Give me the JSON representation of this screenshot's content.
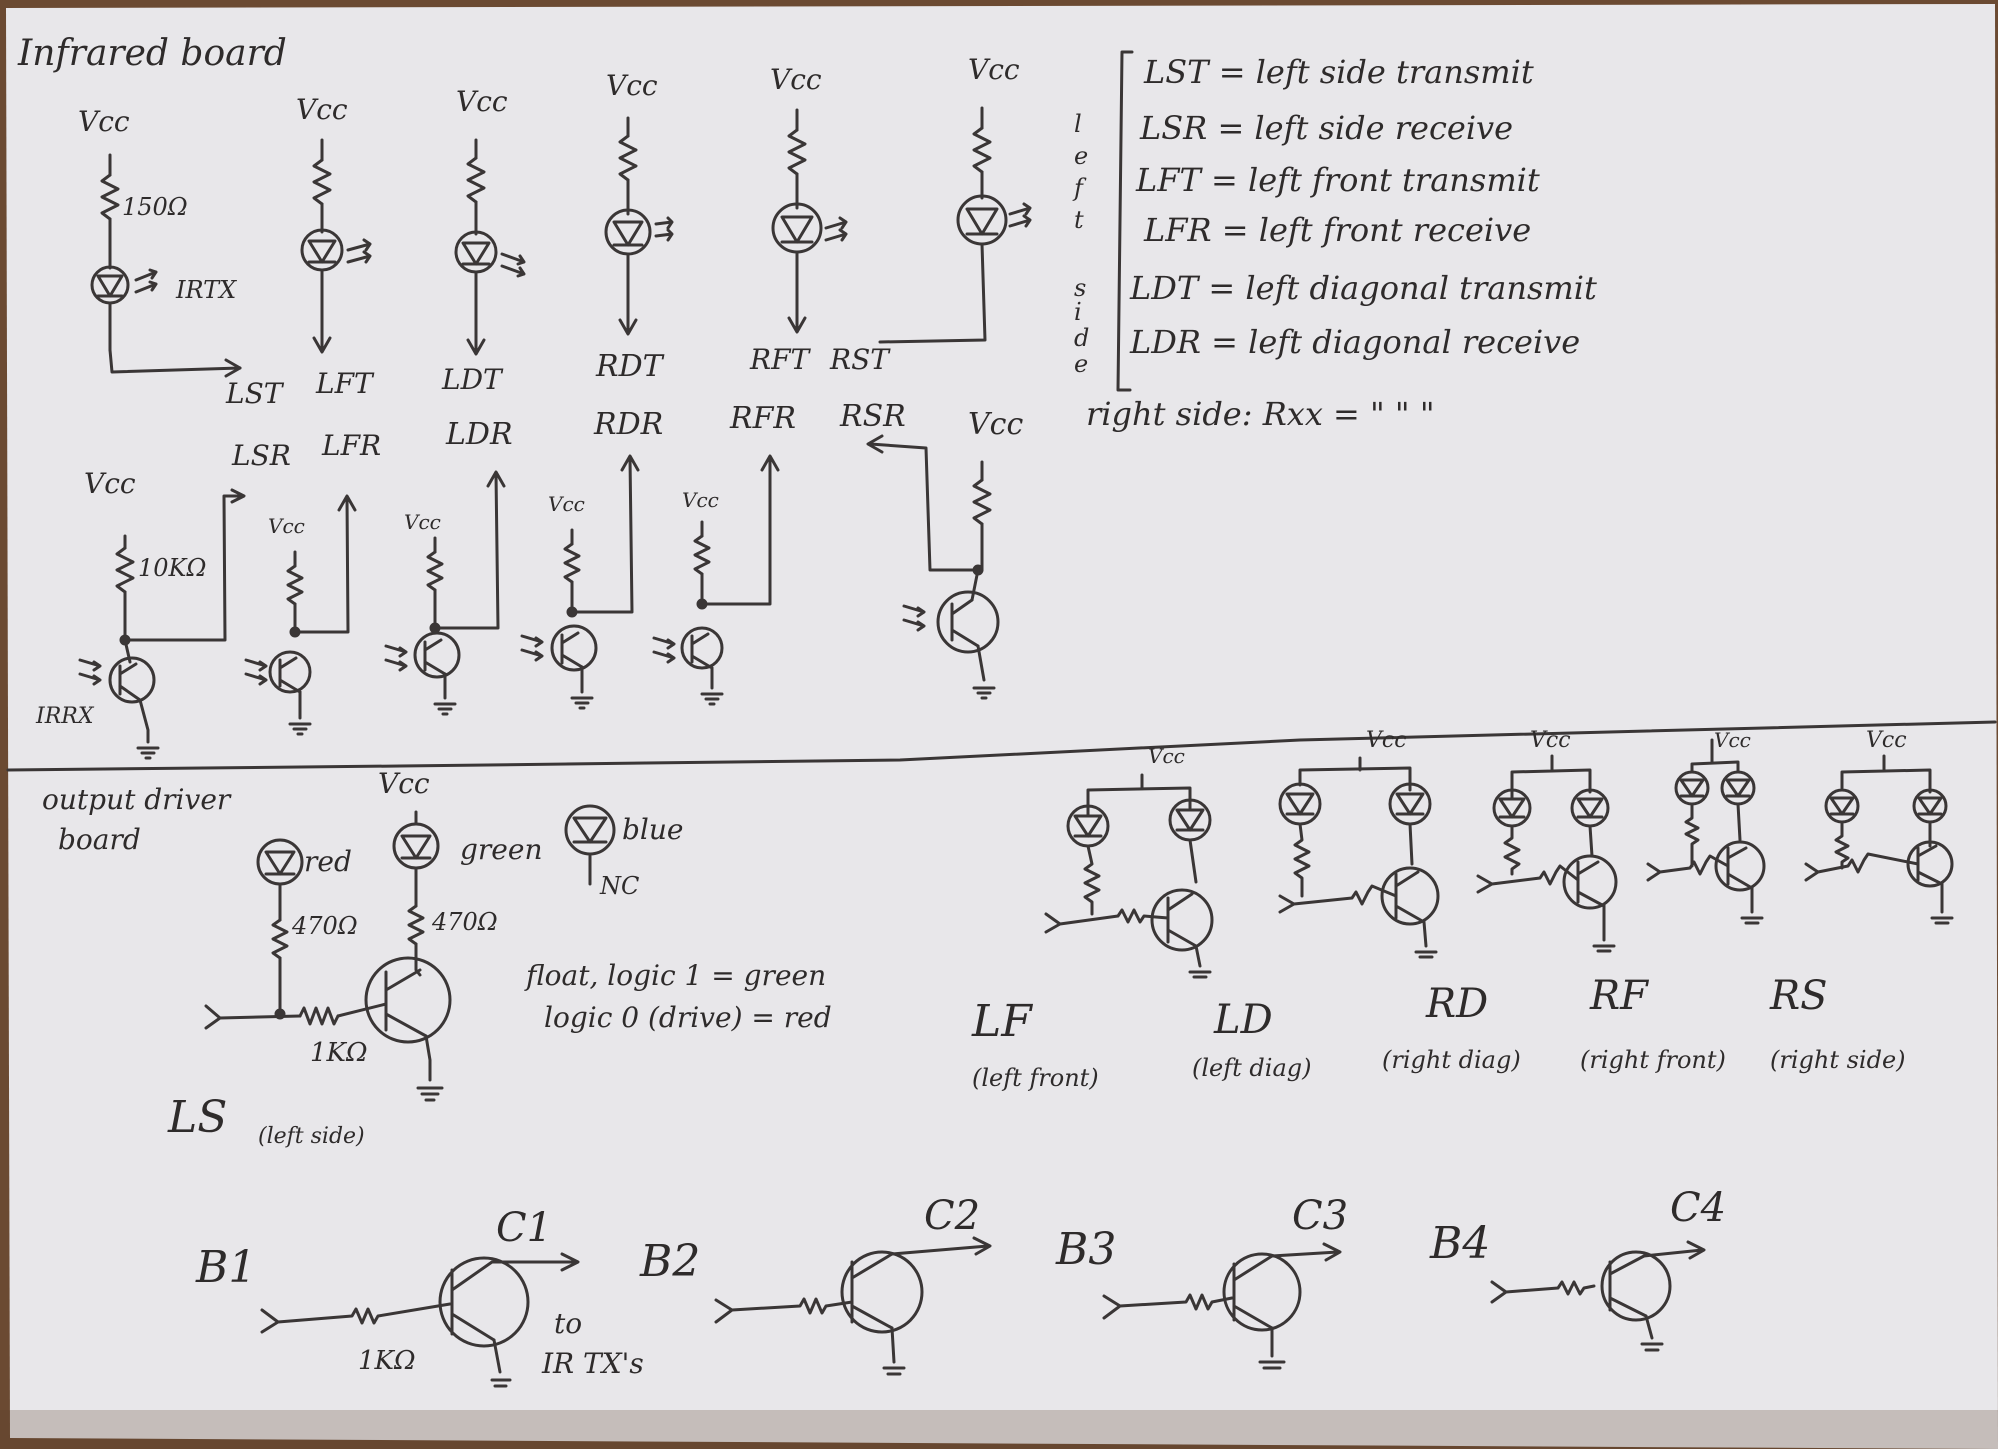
{
  "sections": {
    "infrared_title": "Infrared board",
    "output_title_1": "output driver",
    "output_title_2": "board"
  },
  "infrared_top": {
    "vcc": "Vcc",
    "r_150": "150Ω",
    "irtx": "IRTX",
    "nets": [
      "LST",
      "LFT",
      "LDT",
      "RDT",
      "RFT",
      "RST"
    ]
  },
  "legend": {
    "items": [
      "LST = left side transmit",
      "LSR = left side receive",
      "LFT = left front transmit",
      "LFR = left front receive",
      "LDT = left diagonal transmit",
      "LDR = left diagonal receive"
    ],
    "brace_word": [
      "l",
      "e",
      "f",
      "t",
      "s",
      "i",
      "d",
      "e"
    ],
    "right_side": "right side: Rxx  =  \" \" \""
  },
  "infrared_bottom": {
    "nets": [
      "LSR",
      "LFR",
      "LDR",
      "RDR",
      "RFR",
      "RSR"
    ],
    "vcc": "Vcc",
    "r_10k": "10KΩ",
    "irrx": "IRRX"
  },
  "output_driver": {
    "vcc": "Vcc",
    "red": "red",
    "green": "green",
    "blue": "blue",
    "nc": "NC",
    "r1": "470Ω",
    "r2": "470Ω",
    "rb": "1KΩ",
    "note_1": "float, logic 1 = green",
    "note_2": "logic 0 (drive) = red",
    "ls": "LS",
    "ls_sub": "(left side)"
  },
  "led_groups": [
    {
      "code": "LF",
      "desc": "(left front)"
    },
    {
      "code": "LD",
      "desc": "(left diag)"
    },
    {
      "code": "RD",
      "desc": "(right diag)"
    },
    {
      "code": "RF",
      "desc": "(right front)"
    },
    {
      "code": "RS",
      "desc": "(right side)"
    }
  ],
  "drivers": {
    "b1": "B1",
    "c1": "C1",
    "r_1k": "1KΩ",
    "to_1": "to",
    "to_2": "IR TX's",
    "b2": "B2",
    "c2": "C2",
    "b3": "B3",
    "c3": "C3",
    "b4": "B4",
    "c4": "C4"
  },
  "colors": {
    "paper": "#e8e7ea",
    "ink": "#3a3636",
    "wood": "#6b4a32"
  }
}
